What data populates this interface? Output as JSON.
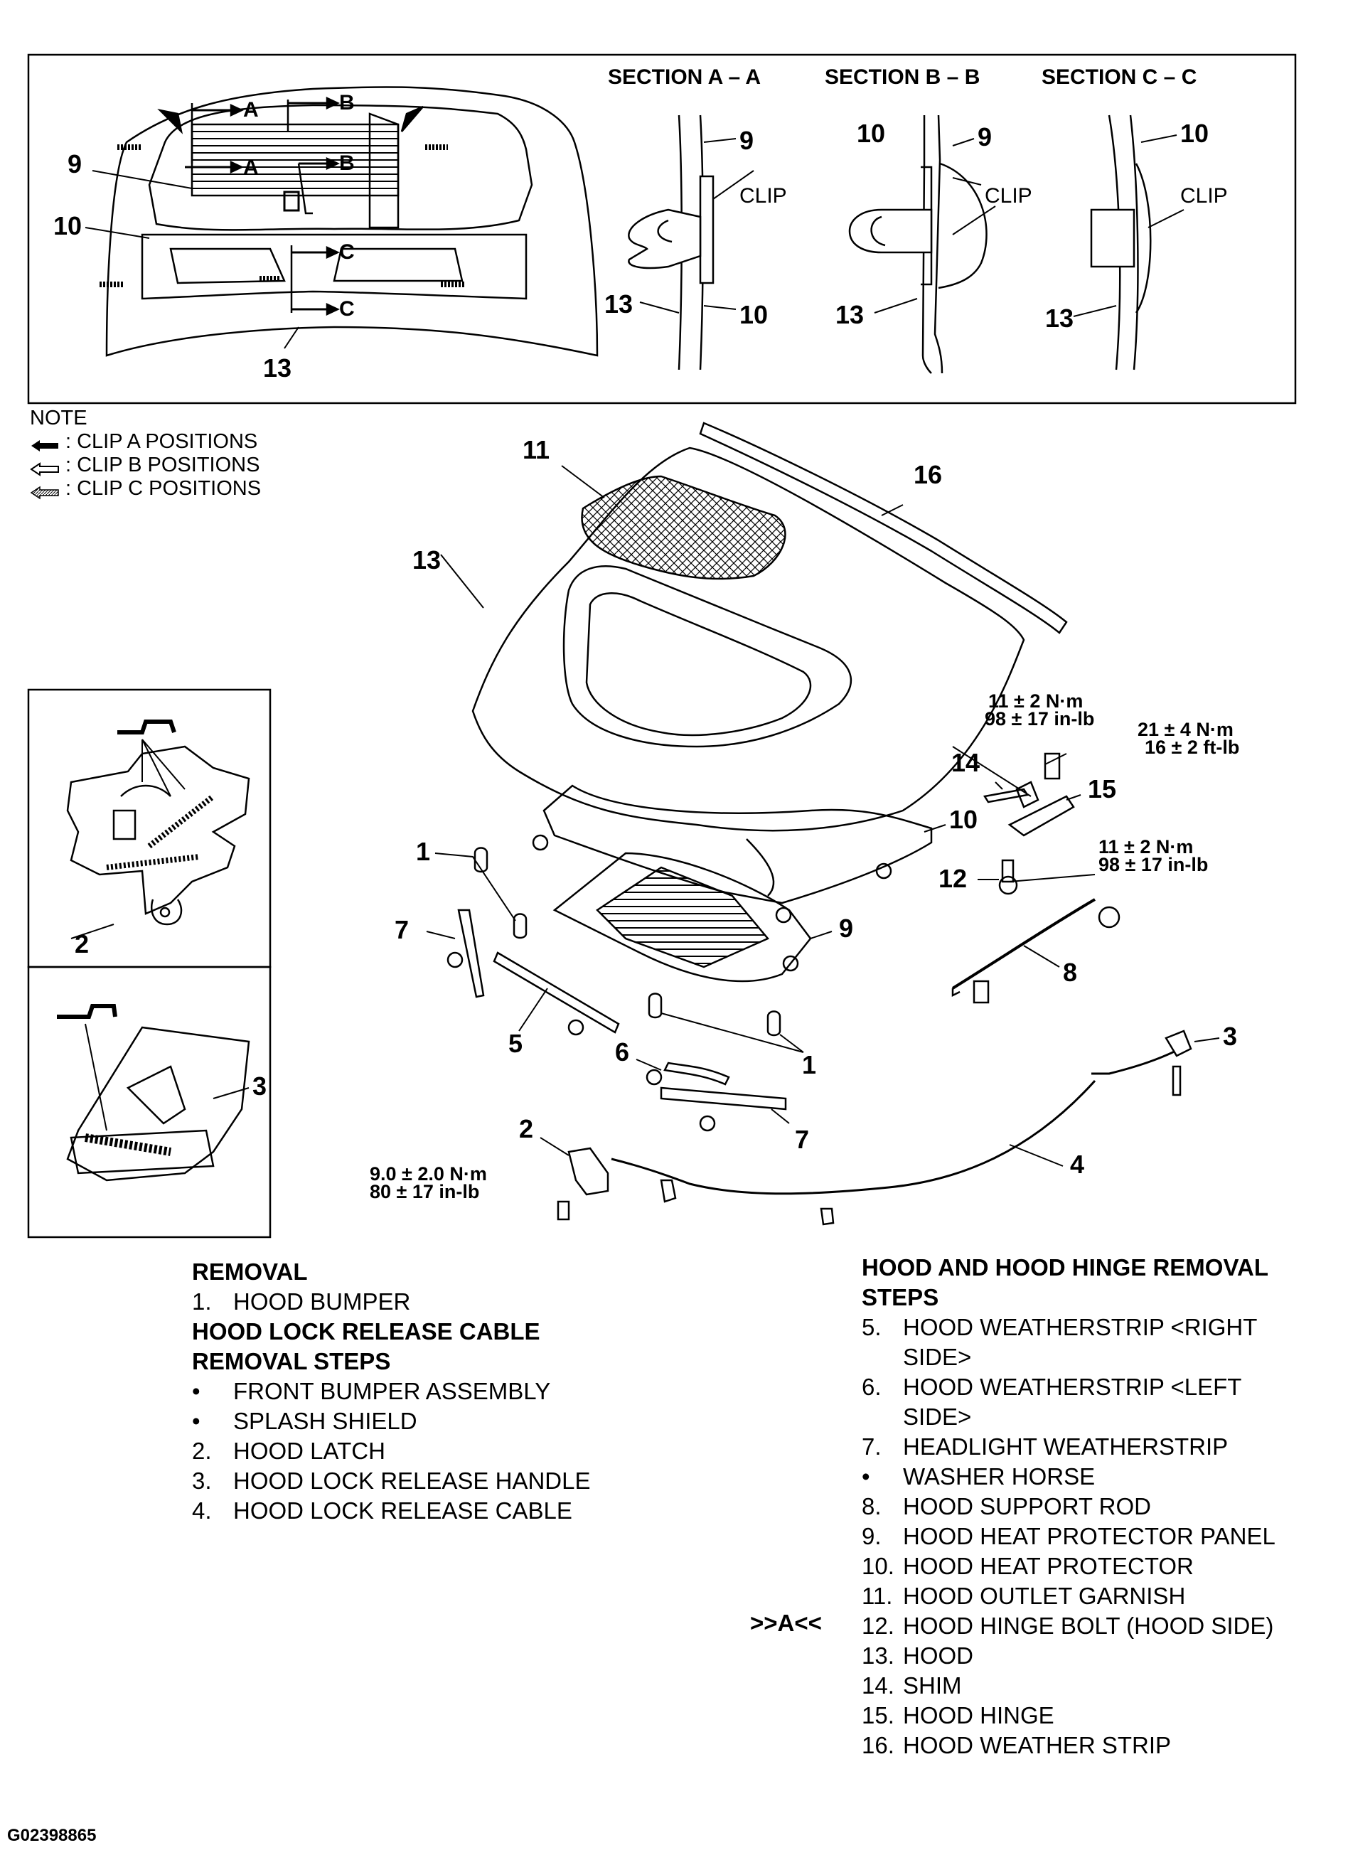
{
  "sections": {
    "aa_title": "SECTION A – A",
    "bb_title": "SECTION B – B",
    "cc_title": "SECTION C – C",
    "clip_label": "CLIP"
  },
  "callouts": {
    "n1": "1",
    "n2": "2",
    "n3": "3",
    "n4": "4",
    "n5": "5",
    "n6": "6",
    "n7": "7",
    "n8": "8",
    "n9": "9",
    "n10": "10",
    "n11": "11",
    "n12": "12",
    "n13": "13",
    "n14": "14",
    "n15": "15",
    "n16": "16",
    "a": "A",
    "b": "B",
    "c": "C"
  },
  "torque": {
    "hinge_top_1": "11 ± 2 N·m",
    "hinge_top_2": "98 ± 17 in-lb",
    "hinge_bolt_1": "21 ± 4 N·m",
    "hinge_bolt_2": "16 ± 2 ft-lb",
    "hood_bolt_1": "11 ± 2 N·m",
    "hood_bolt_2": "98 ± 17 in-lb",
    "latch_1": "9.0 ± 2.0 N·m",
    "latch_2": "80 ± 17 in-lb"
  },
  "note": {
    "title": "NOTE",
    "items": [
      {
        "icon": "solid-arrow-icon",
        "text": ": CLIP A POSITIONS"
      },
      {
        "icon": "outline-arrow-icon",
        "text": ": CLIP B POSITIONS"
      },
      {
        "icon": "hatched-arrow-icon",
        "text": ": CLIP C POSITIONS"
      }
    ]
  },
  "removal_left": {
    "heading1": "REMOVAL",
    "item1": {
      "num": "1.",
      "text": "HOOD BUMPER"
    },
    "heading2": "HOOD LOCK RELEASE CABLE",
    "heading3": "REMOVAL STEPS",
    "steps": [
      {
        "num": "•",
        "text": "FRONT BUMPER ASSEMBLY"
      },
      {
        "num": "•",
        "text": "SPLASH SHIELD"
      },
      {
        "num": "2.",
        "text": "HOOD LATCH"
      },
      {
        "num": "3.",
        "text": "HOOD LOCK RELEASE HANDLE"
      },
      {
        "num": "4.",
        "text": "HOOD LOCK RELEASE CABLE"
      }
    ]
  },
  "removal_right": {
    "heading1": "HOOD AND HOOD HINGE REMOVAL",
    "heading2": "STEPS",
    "steps": [
      {
        "num": "5.",
        "text": "HOOD WEATHERSTRIP <RIGHT"
      },
      {
        "num": "",
        "text": "SIDE>"
      },
      {
        "num": "6.",
        "text": "HOOD WEATHERSTRIP <LEFT"
      },
      {
        "num": "",
        "text": "SIDE>"
      },
      {
        "num": "7.",
        "text": "HEADLIGHT WEATHERSTRIP"
      },
      {
        "num": "•",
        "text": "WASHER HORSE"
      },
      {
        "num": "8.",
        "text": "HOOD SUPPORT ROD"
      },
      {
        "num": "9.",
        "text": "HOOD HEAT PROTECTOR PANEL"
      },
      {
        "num": "10.",
        "text": "HOOD HEAT PROTECTOR"
      },
      {
        "num": "11.",
        "text": "HOOD OUTLET GARNISH"
      },
      {
        "num": "12.",
        "text": "HOOD HINGE BOLT (HOOD SIDE)"
      },
      {
        "num": "13.",
        "text": "HOOD"
      },
      {
        "num": "14.",
        "text": "SHIM"
      },
      {
        "num": "15.",
        "text": "HOOD HINGE"
      },
      {
        "num": "16.",
        "text": "HOOD WEATHER STRIP"
      }
    ],
    "marker": ">>A<<"
  },
  "figure_id": "G02398865"
}
